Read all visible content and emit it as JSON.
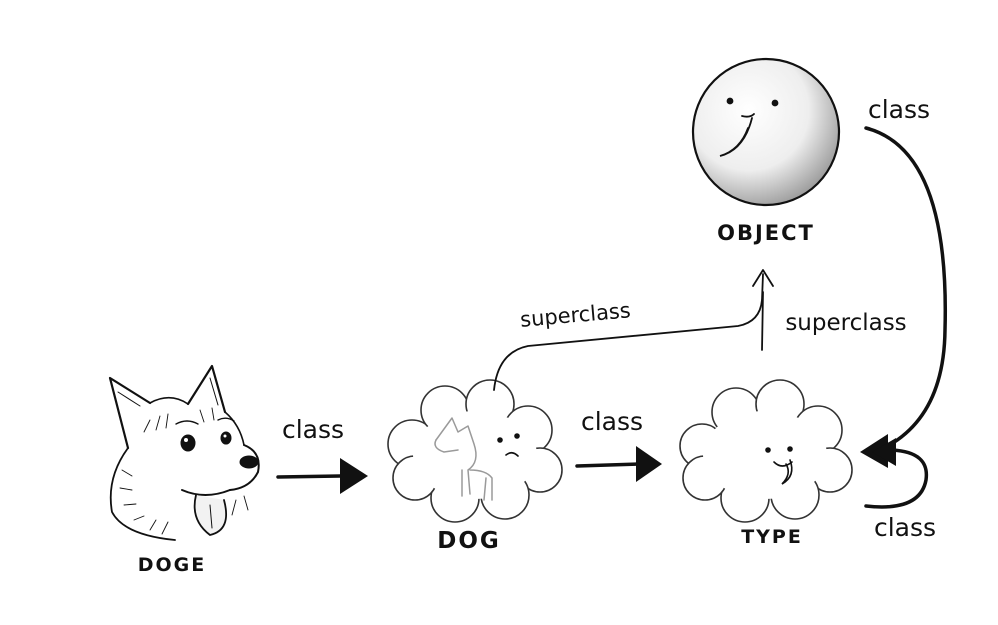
{
  "nodes": {
    "doge": {
      "label": "DOGE"
    },
    "dog": {
      "label": "DOG"
    },
    "type": {
      "label": "TYPE"
    },
    "object": {
      "label": "OBJECT"
    }
  },
  "edges": {
    "doge_to_dog": {
      "label": "class"
    },
    "dog_to_type": {
      "label": "class"
    },
    "dog_to_object": {
      "label": "superclass"
    },
    "type_to_object": {
      "label": "superclass"
    },
    "object_to_type": {
      "label": "class"
    },
    "type_to_type": {
      "label": "class"
    }
  },
  "colors": {
    "ink": "#111111",
    "background": "#ffffff"
  }
}
